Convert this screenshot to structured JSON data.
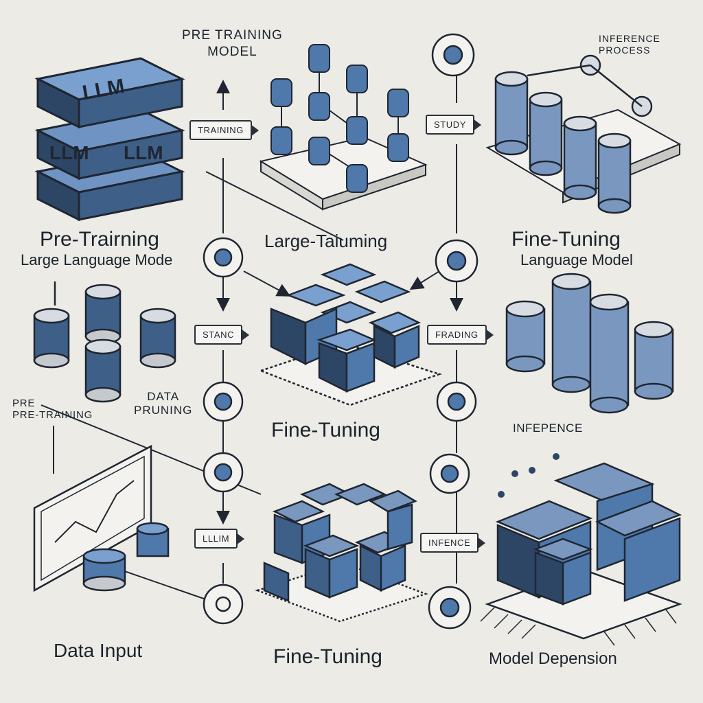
{
  "labels": {
    "pre_training_model_top": "PRE TRAINING",
    "pre_training_model_bottom": "MODEL",
    "inference_process_top": "INFERENCE",
    "inference_process_bottom": "PROCESS",
    "pre_training": "Pre-Trairning",
    "large_language_model_left": "Large Language Mode",
    "large_training": "Large-Taiuming",
    "fine_tuning_top_right": "Fine-Tuning",
    "language_model_right": "Language Model",
    "data_pruning_top": "DATA",
    "data_pruning_bottom": "PRUNING",
    "pre_training_small_top": "PRE",
    "pre_training_small_bottom": "PRE-TRAINING",
    "fine_tuning_center": "Fine-Tuning",
    "inference_right": "INFEPENCE",
    "data_input": "Data Input",
    "fine_tuning_bottom": "Fine-Tuning",
    "model_deployment": "Model Depension"
  },
  "tags": {
    "training_top": "TRAINING",
    "study_top_right": "STUDY",
    "standard_left": "STANC",
    "training_right": "FRADING",
    "llm_bottom_left": "LLLIM",
    "inference_bottom": "INFENCE"
  },
  "llm_block_labels": [
    "LLM",
    "LLM",
    "LLM"
  ],
  "colors": {
    "background": "#ecebe6",
    "accent_blue": "#4f78ab",
    "dark_blue": "#2d4666",
    "outline": "#1f2631",
    "cylinder_top": "#d7dbe2"
  }
}
